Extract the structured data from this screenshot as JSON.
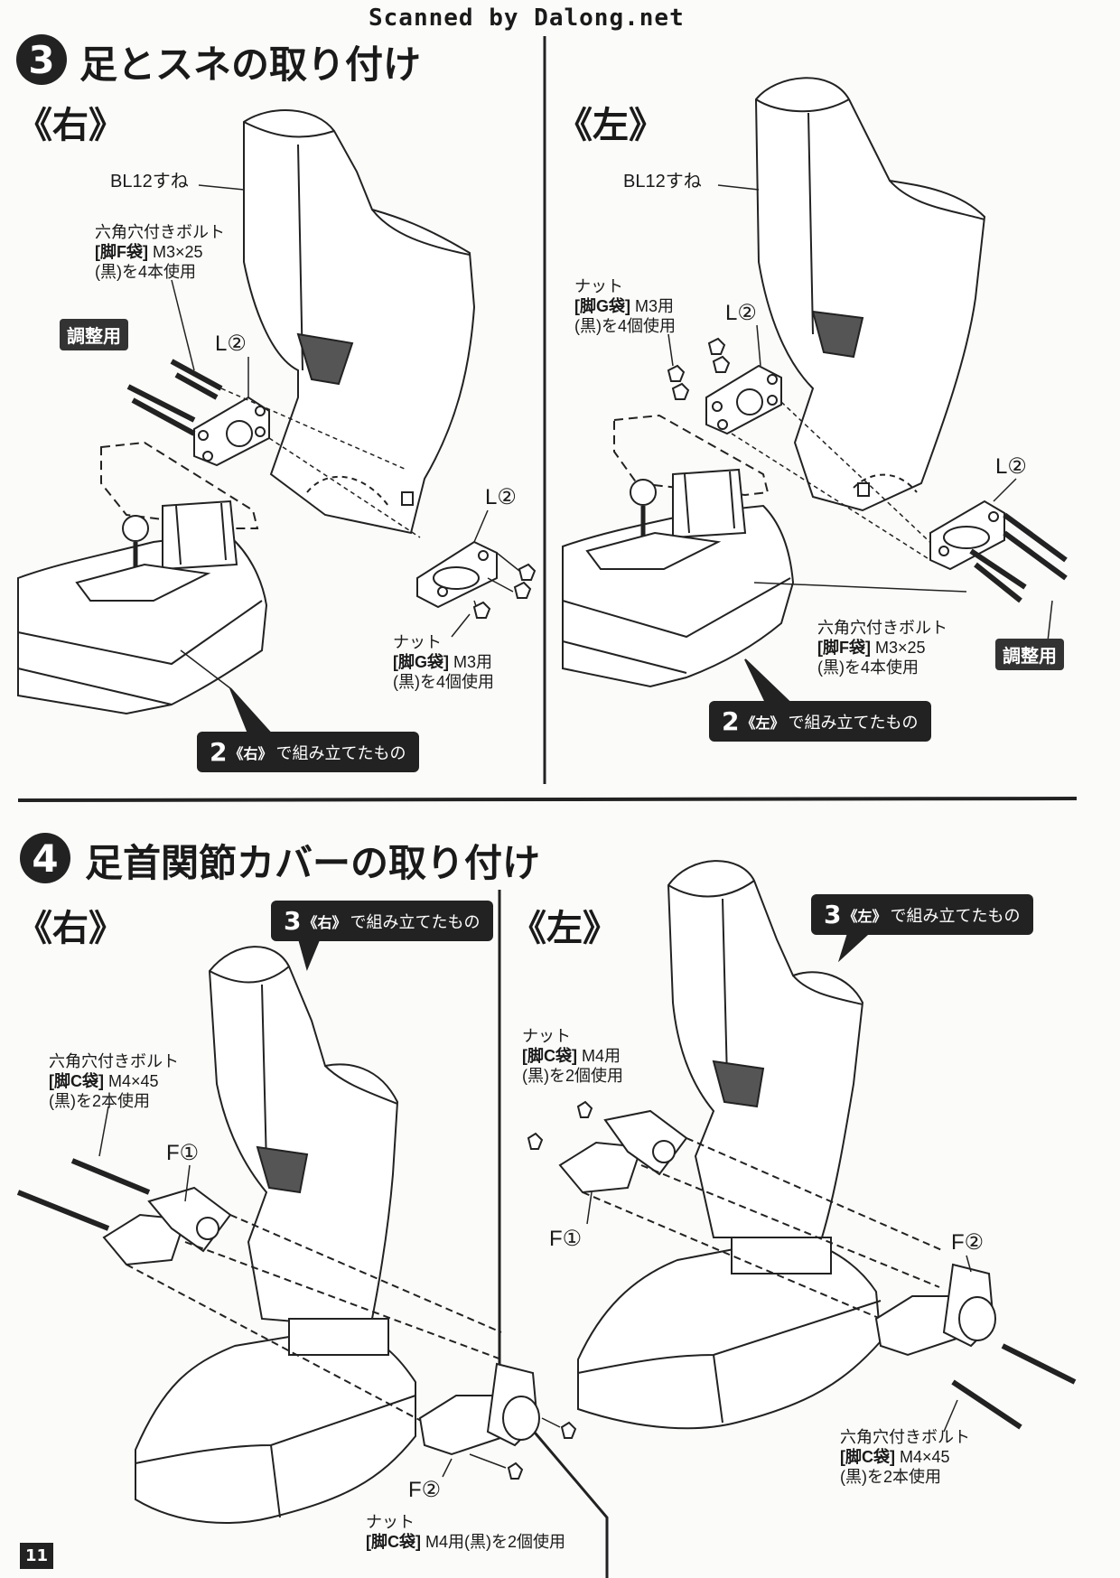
{
  "watermark": "Scanned by Dalong.net",
  "page_number": "11",
  "step3": {
    "number": "3",
    "title": "足とスネの取り付け",
    "right": {
      "side_label": "《右》",
      "part_label": "BL12すね",
      "bolt": {
        "name": "六角穴付きボルト",
        "bag": "[脚F袋]",
        "size": "M3×25",
        "usage": "(黒)を4本使用"
      },
      "adjust_badge": "調整用",
      "part_top": "L②",
      "part_bottom": "L②",
      "nut": {
        "name": "ナット",
        "bag": "[脚G袋]",
        "size": "M3用",
        "usage": "(黒)を4個使用"
      },
      "callout": {
        "num": "2",
        "side": "《右》",
        "text": "で組み立てたもの"
      }
    },
    "left": {
      "side_label": "《左》",
      "part_label": "BL12すね",
      "nut": {
        "name": "ナット",
        "bag": "[脚G袋]",
        "size": "M3用",
        "usage": "(黒)を4個使用"
      },
      "part_top": "L②",
      "part_bottom": "L②",
      "bolt": {
        "name": "六角穴付きボルト",
        "bag": "[脚F袋]",
        "size": "M3×25",
        "usage": "(黒)を4本使用"
      },
      "adjust_badge": "調整用",
      "callout": {
        "num": "2",
        "side": "《左》",
        "text": "で組み立てたもの"
      }
    }
  },
  "step4": {
    "number": "4",
    "title": "足首関節カバーの取り付け",
    "right": {
      "side_label": "《右》",
      "callout": {
        "num": "3",
        "side": "《右》",
        "text": "で組み立てたもの"
      },
      "bolt": {
        "name": "六角穴付きボルト",
        "bag": "[脚C袋]",
        "size": "M4×45",
        "usage": "(黒)を2本使用"
      },
      "part_top": "F①",
      "part_bottom": "F②",
      "nut": {
        "name": "ナット",
        "bag": "[脚C袋]",
        "detail": "M4用(黒)を2個使用"
      }
    },
    "left": {
      "side_label": "《左》",
      "callout": {
        "num": "3",
        "side": "《左》",
        "text": "で組み立てたもの"
      },
      "nut": {
        "name": "ナット",
        "bag": "[脚C袋]",
        "size": "M4用",
        "usage": "(黒)を2個使用"
      },
      "part_left": "F①",
      "part_right": "F②",
      "bolt": {
        "name": "六角穴付きボルト",
        "bag": "[脚C袋]",
        "size": "M4×45",
        "usage": "(黒)を2本使用"
      }
    }
  }
}
